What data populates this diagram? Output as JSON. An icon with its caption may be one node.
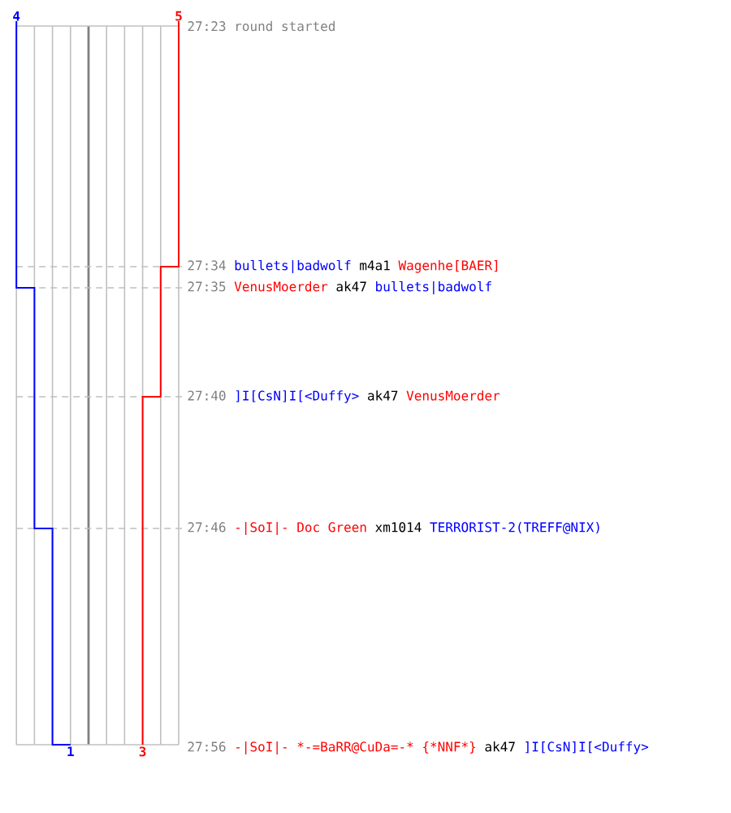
{
  "diagram": {
    "labels": [
      "4",
      "5",
      "27:23",
      "round started",
      "27:34",
      "bullets|badwolf",
      "m4a1",
      "Wagenhe[BAER]",
      "27:35",
      "VenusMoerder",
      "ak47",
      "bullets|badwolf",
      "27:40",
      "]I[CsN]I[<Duffy>",
      "ak47",
      "VenusMoerder",
      "27:46",
      "-|SoI|- Doc Green",
      "xm1014",
      "TERRORIST-2(TREFF@NIX)",
      "1",
      "3",
      "27:56",
      "-|SoI|- *-=BaRR@CuDa=-* {*NNF*}",
      "ak47",
      "]I[CsN]I[<Duffy>"
    ]
  }
}
